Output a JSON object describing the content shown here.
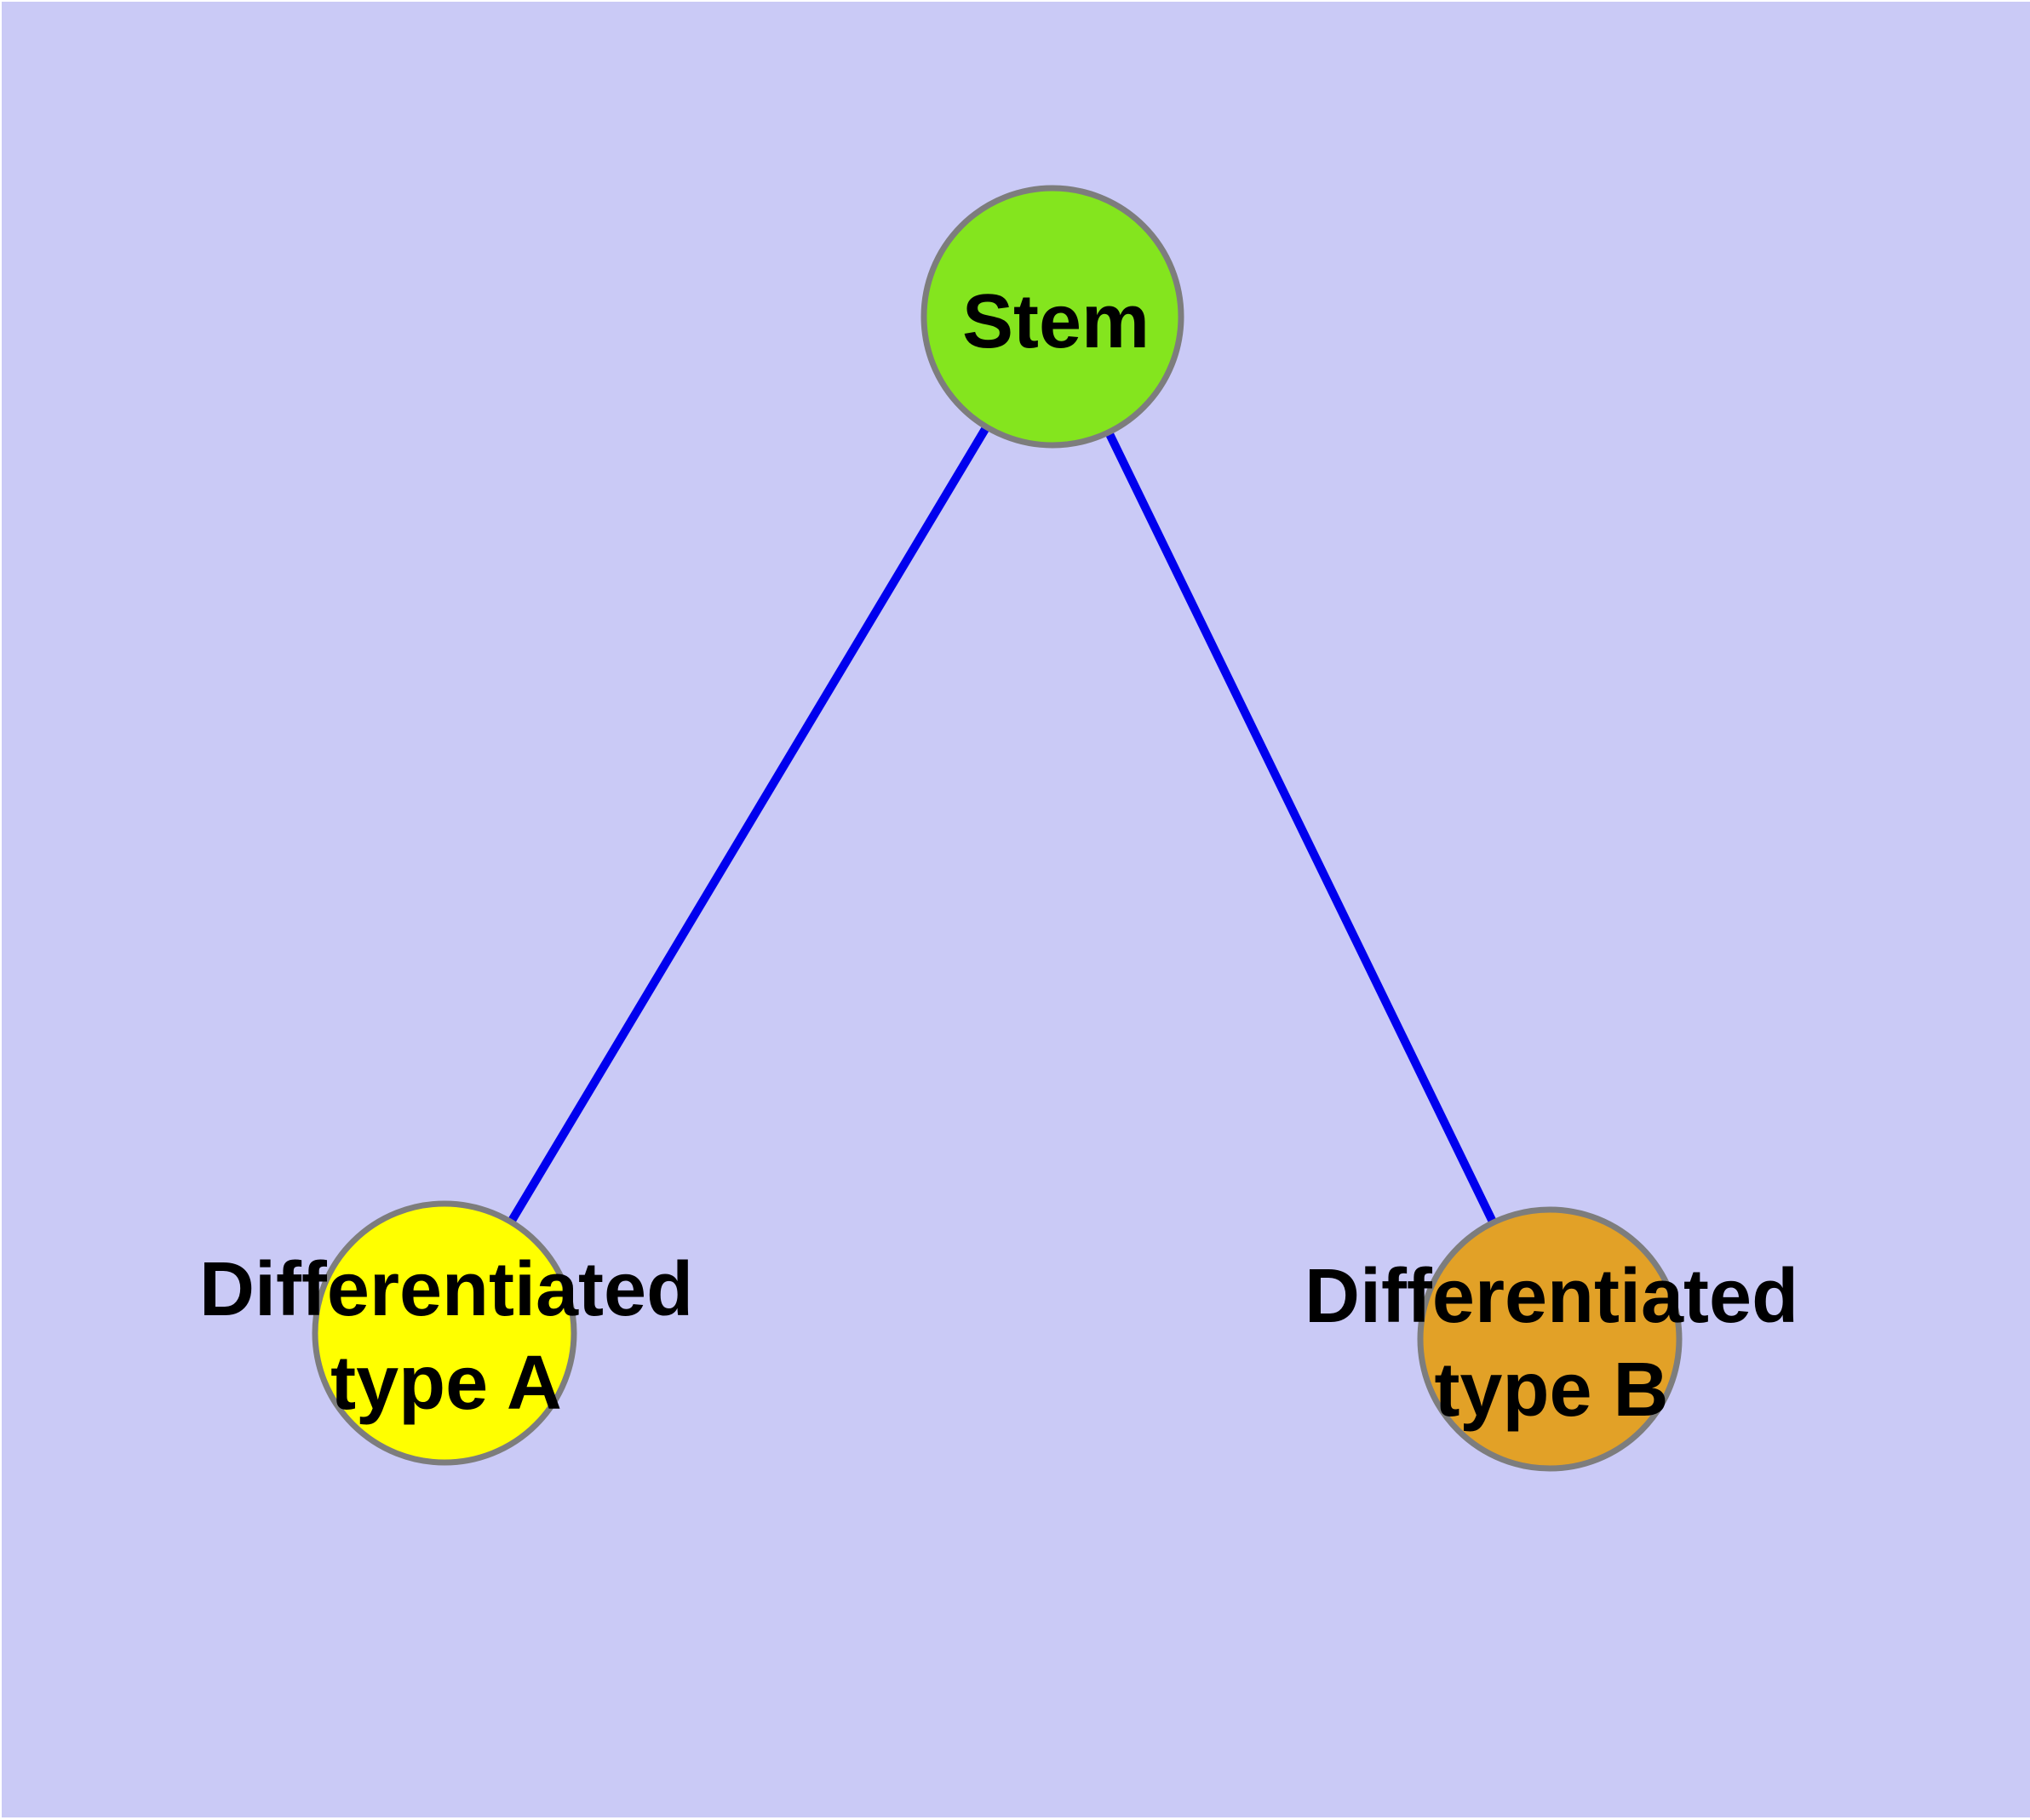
{
  "diagram": {
    "type": "node-link-graph",
    "background_color": "#CACAF6",
    "page_margin_color": "#FFFFFF",
    "edge_color": "#0000EE",
    "edge_width": 10,
    "node_border_color": "#7D7D7D",
    "text_color": "#000000",
    "nodes": [
      {
        "id": "stem",
        "label": "Stem",
        "color": "#84E51E"
      },
      {
        "id": "differentiated-type-a",
        "label": "Differentiated\ntype A",
        "color": "#FFFF00"
      },
      {
        "id": "differentiated-type-b",
        "label": "Differentiated\ntype B",
        "color": "#E2A127"
      }
    ],
    "edges": [
      {
        "from": "stem",
        "to": "differentiated-type-a"
      },
      {
        "from": "stem",
        "to": "differentiated-type-b"
      }
    ]
  }
}
